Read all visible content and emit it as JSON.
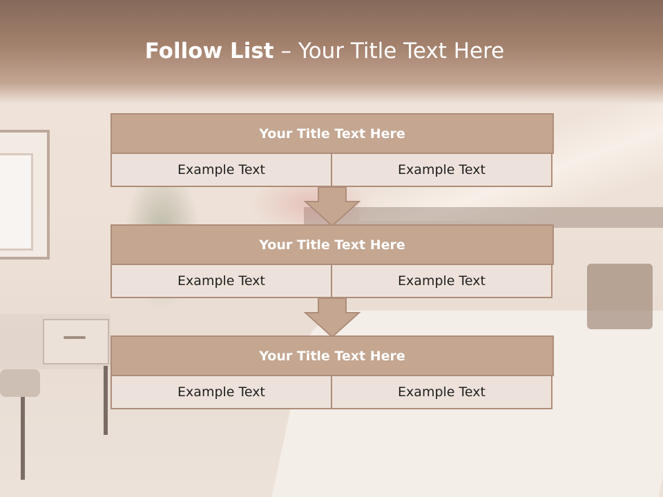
{
  "title": {
    "bold": "Follow List",
    "rest": " – Your Title Text Here"
  },
  "steps": [
    {
      "title": "Your Title Text Here",
      "left": "Example Text",
      "right": "Example Text"
    },
    {
      "title": "Your Title Text Here",
      "left": "Example Text",
      "right": "Example Text"
    },
    {
      "title": "Your Title Text Here",
      "left": "Example Text",
      "right": "Example Text"
    }
  ],
  "colors": {
    "header_fill": "#c4a691",
    "border": "#ad8d79",
    "cell_fill": "#ede2db",
    "arrow_fill": "#c4a691"
  }
}
